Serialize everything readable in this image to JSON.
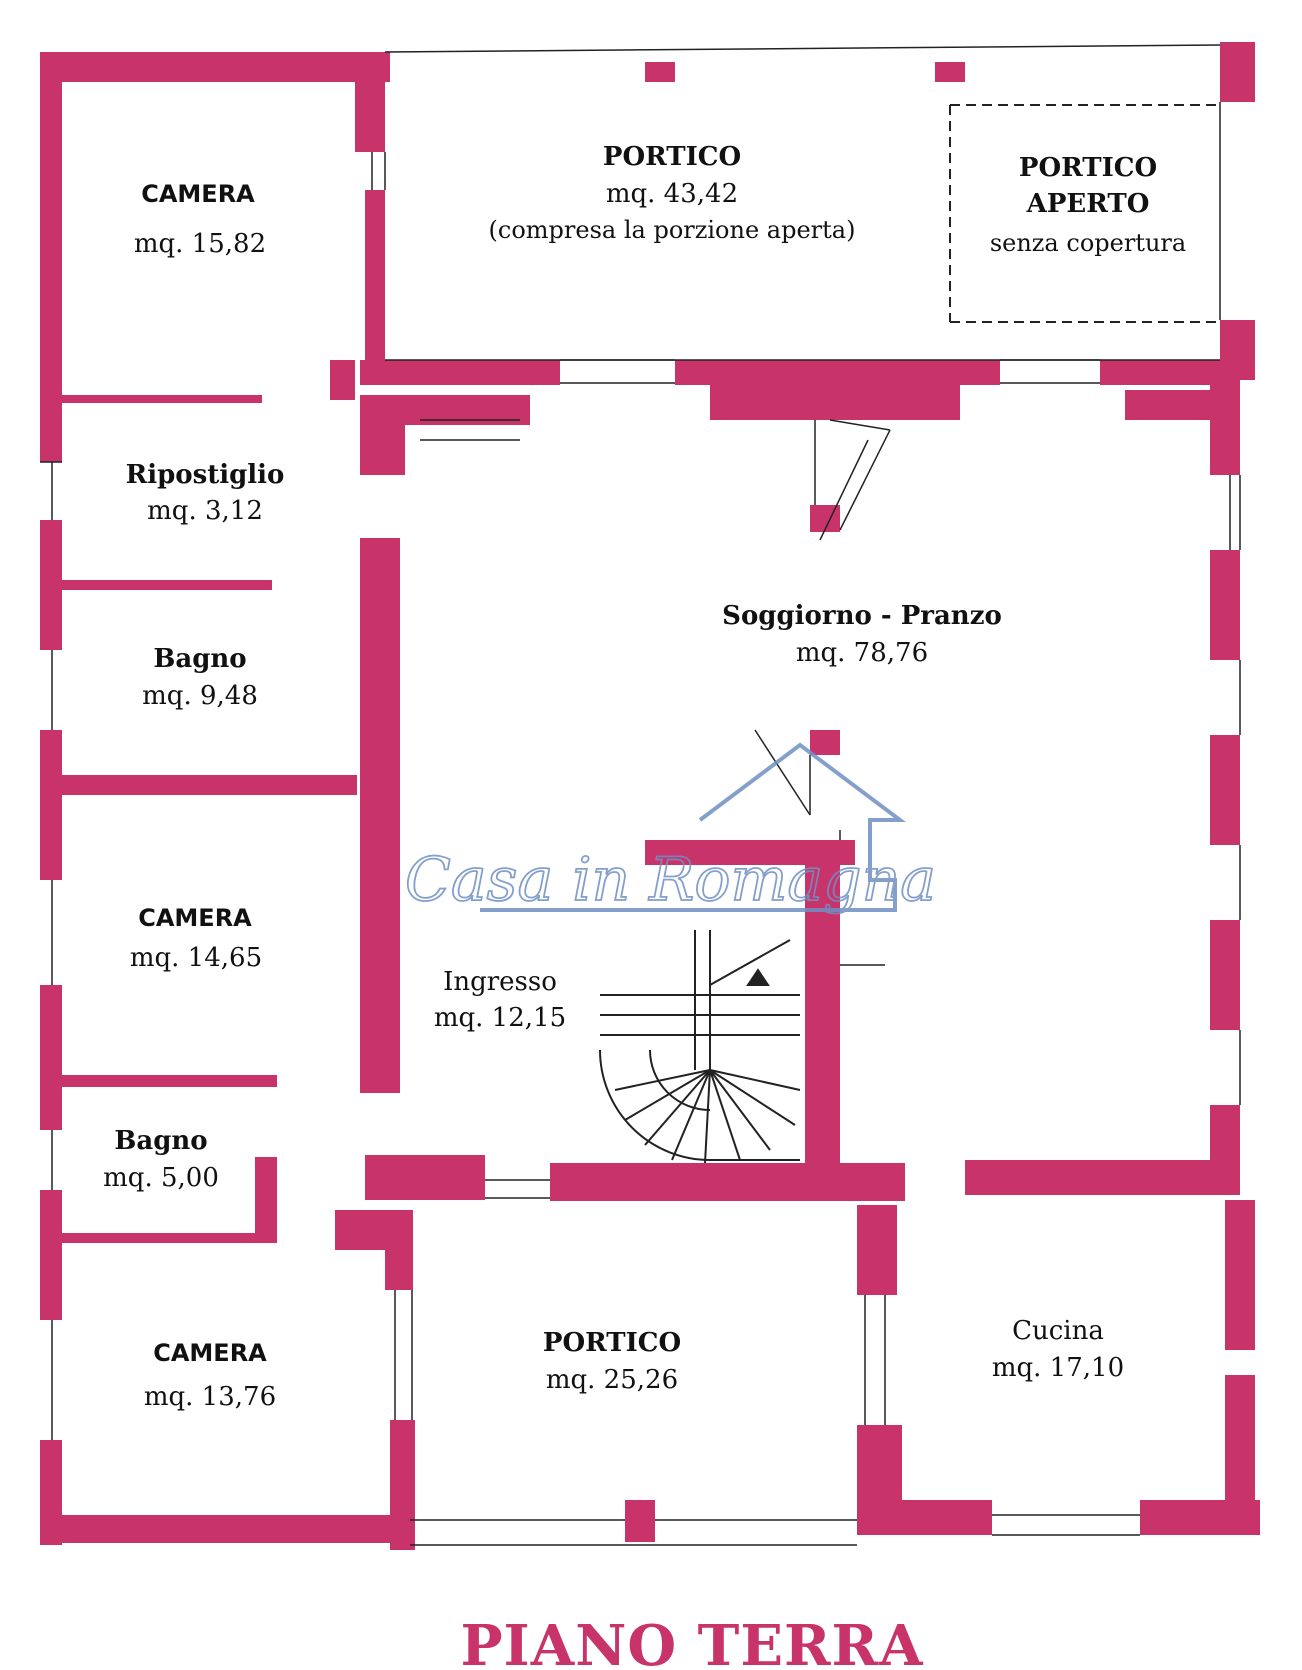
{
  "colors": {
    "wall": "#c8336a",
    "line": "#222222",
    "title": "#c8336a",
    "watermark": "#6f8fc4"
  },
  "rooms": {
    "camera_top": {
      "name": "CAMERA",
      "area": "mq. 15,82"
    },
    "ripostiglio": {
      "name": "Ripostiglio",
      "area": "mq. 3,12"
    },
    "bagno_top": {
      "name": "Bagno",
      "area": "mq. 9,48"
    },
    "camera_mid": {
      "name": "CAMERA",
      "area": "mq. 14,65"
    },
    "bagno_small": {
      "name": "Bagno",
      "area": "mq. 5,00"
    },
    "camera_bottom": {
      "name": "CAMERA",
      "area": "mq. 13,76"
    },
    "portico_top": {
      "name": "PORTICO",
      "area": "mq. 43,42",
      "note": "(compresa la porzione aperta)"
    },
    "portico_aperto": {
      "name_line1": "PORTICO",
      "name_line2": "APERTO",
      "note": "senza copertura"
    },
    "soggiorno": {
      "name": "Soggiorno - Pranzo",
      "area": "mq. 78,76"
    },
    "ingresso": {
      "name": "Ingresso",
      "area": "mq. 12,15"
    },
    "portico_bottom": {
      "name": "PORTICO",
      "area": "mq. 25,26"
    },
    "cucina": {
      "name": "Cucina",
      "area": "mq. 17,10"
    }
  },
  "watermark": {
    "text": "Casa in Romagna"
  },
  "floor_title": "PIANO TERRA"
}
